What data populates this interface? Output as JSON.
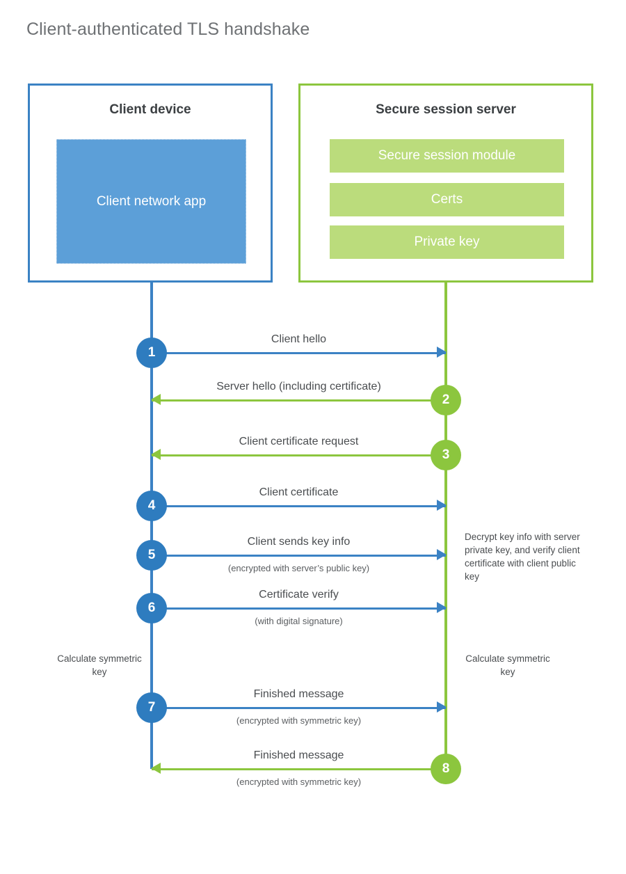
{
  "title": "Client-authenticated TLS handshake",
  "colors": {
    "blue_border": "#3B82C4",
    "blue_circle": "#2E7CBF",
    "blue_fill": "#5C9FD8",
    "green_border": "#8CC63E",
    "green_fill": "#BBDC7C",
    "text": "#4a4d50",
    "title_text": "#6e7174"
  },
  "client": {
    "title": "Client device",
    "app_label": "Client network app"
  },
  "server": {
    "title": "Secure session server",
    "modules": [
      {
        "label": "Secure session module"
      },
      {
        "label": "Certs"
      },
      {
        "label": "Private key"
      }
    ]
  },
  "messages": [
    {
      "step": "1",
      "label": "Client hello",
      "sublabel": "",
      "direction": "client-to-server",
      "color": "blue"
    },
    {
      "step": "2",
      "label": "Server hello (including certificate)",
      "sublabel": "",
      "direction": "server-to-client",
      "color": "green"
    },
    {
      "step": "3",
      "label": "Client certificate request",
      "sublabel": "",
      "direction": "server-to-client",
      "color": "green"
    },
    {
      "step": "4",
      "label": "Client certificate",
      "sublabel": "",
      "direction": "client-to-server",
      "color": "blue"
    },
    {
      "step": "5",
      "label": "Client sends key info",
      "sublabel": "(encrypted with server’s public key)",
      "direction": "client-to-server",
      "color": "blue"
    },
    {
      "step": "6",
      "label": "Certificate verify",
      "sublabel": "(with digital signature)",
      "direction": "client-to-server",
      "color": "blue"
    },
    {
      "step": "7",
      "label": "Finished message",
      "sublabel": "(encrypted with symmetric key)",
      "direction": "client-to-server",
      "color": "blue"
    },
    {
      "step": "8",
      "label": "Finished message",
      "sublabel": "(encrypted with symmetric key)",
      "direction": "server-to-client",
      "color": "green"
    }
  ],
  "annotations": {
    "decrypt_note": "Decrypt key info with server private key, and verify client certificate with client public key",
    "calculate_client": "Calculate symmetric key",
    "calculate_server": "Calculate symmetric key"
  }
}
